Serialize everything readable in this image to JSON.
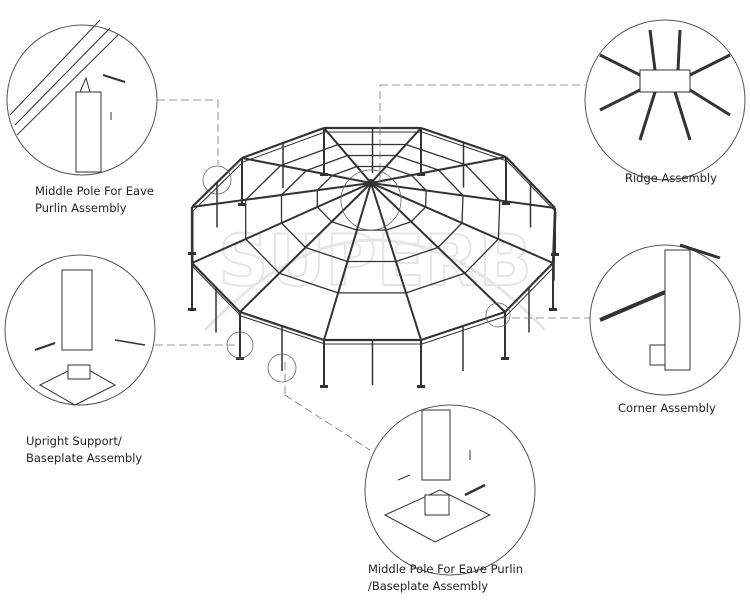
{
  "watermark": "SUPERB",
  "labels": {
    "middle_pole_eave_purlin": [
      "Middle Pole For Eave",
      "Purlin Assembly"
    ],
    "ridge": "Ridge Assembly",
    "upright_baseplate": [
      "Upright Support/",
      "Baseplate Assembly"
    ],
    "corner": "Corner Assembly",
    "middle_pole_baseplate": [
      "Middle Pole For Eave Purlin",
      "/Baseplate Assembly"
    ]
  },
  "colors": {
    "line": "#333333",
    "leader": "#777777",
    "watermark": "#e6e6e6"
  }
}
